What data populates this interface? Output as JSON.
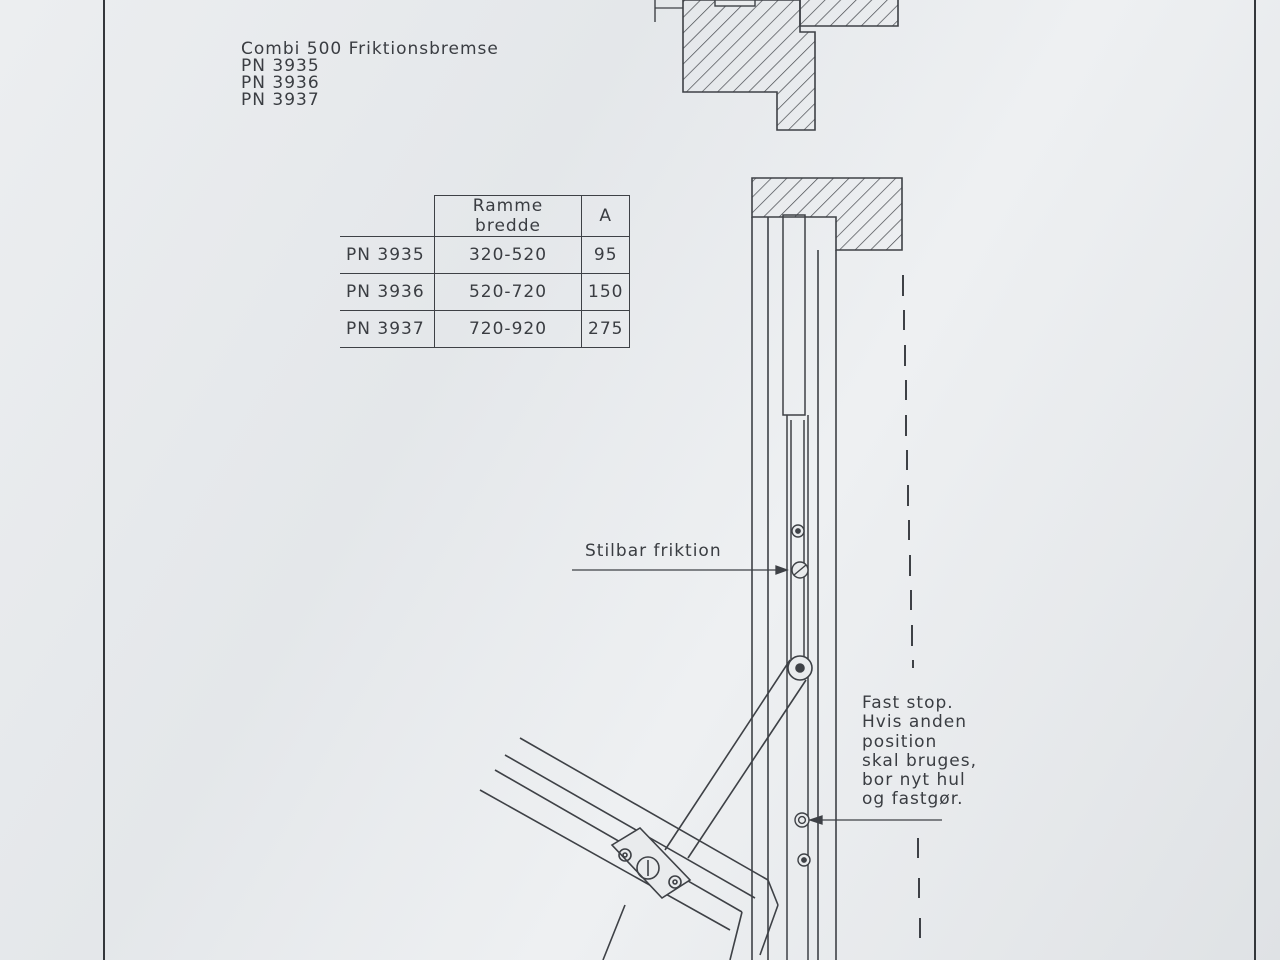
{
  "title": {
    "product": "Combi 500 Friktionsbremse",
    "part_numbers": [
      "PN 3935",
      "PN 3936",
      "PN 3937"
    ]
  },
  "table": {
    "headers": [
      "",
      "Ramme bredde",
      "A"
    ],
    "rows": [
      {
        "pn": "PN 3935",
        "ramme_bredde": "320-520",
        "a": "95"
      },
      {
        "pn": "PN 3936",
        "ramme_bredde": "520-720",
        "a": "150"
      },
      {
        "pn": "PN 3937",
        "ramme_bredde": "720-920",
        "a": "275"
      }
    ]
  },
  "labels": {
    "stilbar": "Stilbar friktion",
    "fast_stop": [
      "Fast stop.",
      "Hvis anden",
      "position",
      "skal bruges,",
      "bor nyt hul",
      "og fastgør."
    ]
  },
  "colors": {
    "paper": "#e8eaec",
    "ink": "#3a3d42"
  }
}
